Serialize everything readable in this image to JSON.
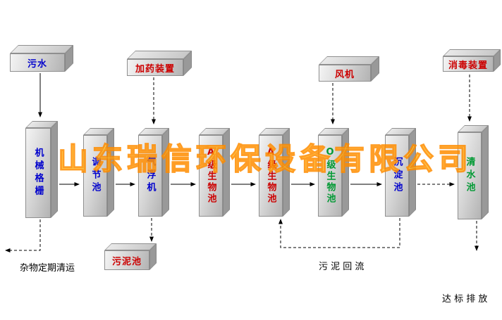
{
  "watermark": {
    "text": "山东瑞信环保设备有限公司",
    "fill": "#ffee50",
    "outline": "#ff8c00"
  },
  "boxes": {
    "sewage": {
      "label": "污水",
      "color": "#0000cc"
    },
    "dosing": {
      "label": "加药装置",
      "color": "#cc0000"
    },
    "fan": {
      "label": "风机",
      "color": "#cc0000"
    },
    "disinfection": {
      "label": "消毒装置",
      "color": "#cc0000"
    },
    "grille": {
      "label": "机械格栅",
      "color": "#0000cc"
    },
    "regulating": {
      "label": "调节池",
      "color": "#0000cc"
    },
    "flotation": {
      "label": "气浮机",
      "color": "#0000cc"
    },
    "bio_a1": {
      "label": "A级生物池",
      "color": "#cc0000"
    },
    "bio_a2": {
      "label": "A级生物池",
      "color": "#cc0000"
    },
    "bio_o": {
      "label": "O级生物池",
      "color": "#009933"
    },
    "sedimentation": {
      "label": "沉淀池",
      "color": "#0000cc"
    },
    "clear": {
      "label": "清水池",
      "color": "#009933"
    },
    "sludge": {
      "label": "污泥池",
      "color": "#cc0000"
    }
  },
  "notes": {
    "waste_removal": "杂物定期清运",
    "sludge_return": "污 泥 回 流",
    "discharge": "达 标 排 放"
  }
}
